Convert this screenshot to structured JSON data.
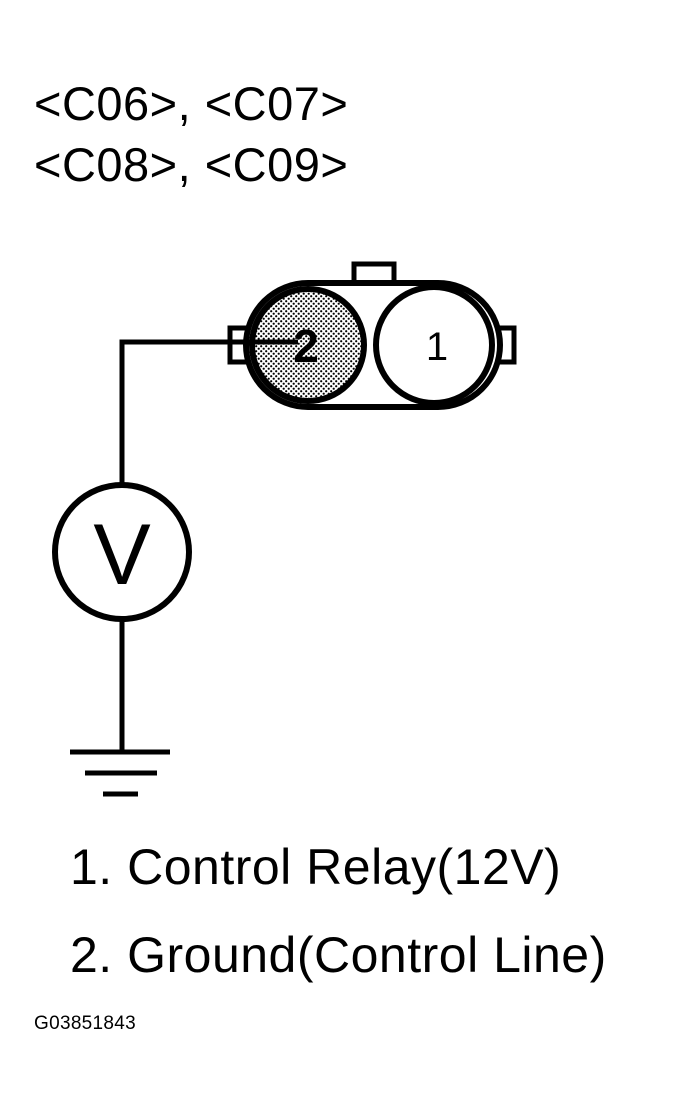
{
  "connector_labels": {
    "line1": "<C06>, <C07>",
    "line2": "<C08>, <C09>"
  },
  "connector": {
    "pin_2_label": "2",
    "pin_1_label": "1"
  },
  "meter": {
    "symbol": "V"
  },
  "legend": {
    "item1": "1. Control Relay(12V)",
    "item2": "2. Ground(Control Line)"
  },
  "figure_code": "G03851843",
  "colors": {
    "line": "#000000",
    "background": "#ffffff",
    "shading": "#b0b0b0"
  },
  "icons": {
    "meter": "voltmeter-icon",
    "ground": "ground-symbol-icon"
  }
}
